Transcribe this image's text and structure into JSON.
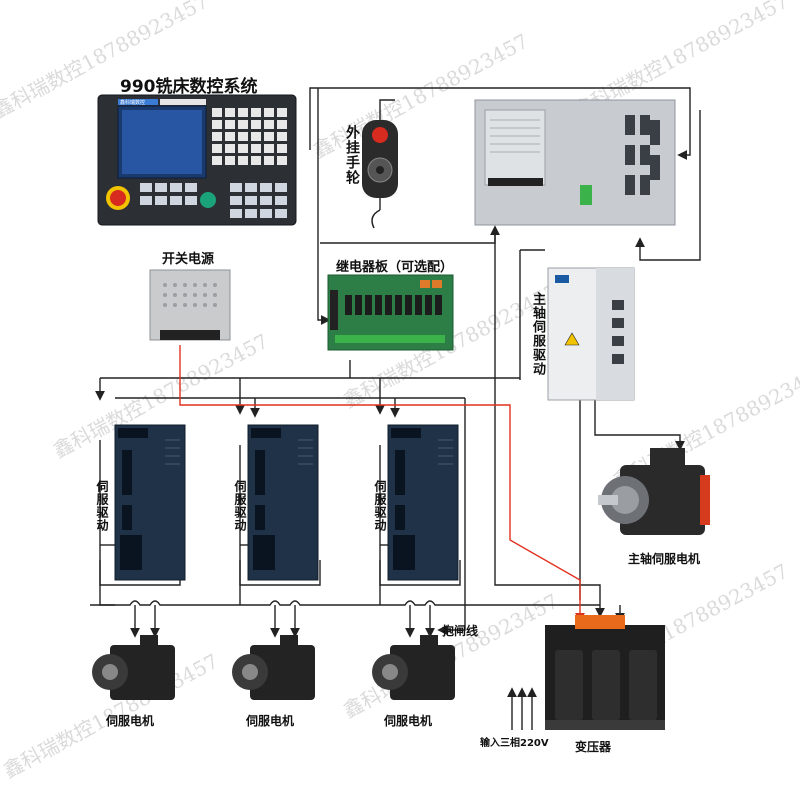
{
  "title": "990铣床数控系统",
  "labels": {
    "handwheel": "外挂手轮",
    "psu": "开关电源",
    "relay": "继电器板（可选配）",
    "spindle_drive": "主轴伺服驱动",
    "servo_drive": "伺服驱动",
    "spindle_motor": "主轴伺服电机",
    "servo_motor": "伺服电机",
    "brake_line": "抱闸线",
    "input": "输入三相220V",
    "transformer": "变压器"
  },
  "watermark": "鑫科瑞数控18788923457",
  "controller_brand": "鑫科瑞数控",
  "colors": {
    "wire": "#222222",
    "power_wire": "#e0301e",
    "drive_body": "#1f3247",
    "controller_body": "#2c2f34"
  }
}
